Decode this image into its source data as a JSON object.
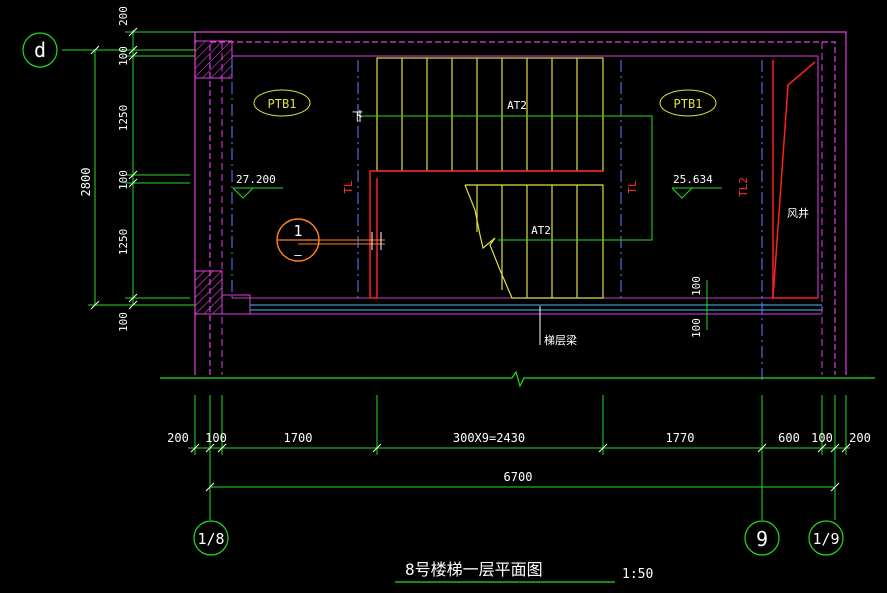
{
  "drawing": {
    "title": "8号楼梯一层平面图",
    "scale": "1:50",
    "grid_labels": {
      "row": "d",
      "col_left": "1/8",
      "col_mid": "9",
      "col_right": "1/9"
    },
    "plates": {
      "left": "PTB1",
      "right": "PTB1"
    },
    "flights": {
      "upper": "AT2",
      "lower": "AT2"
    },
    "levels": {
      "left": "27.200",
      "right": "25.634"
    },
    "beam_tags": {
      "tl": "TL",
      "tl2": "TL2"
    },
    "down_marker": "下",
    "section": {
      "top": "1",
      "bottom": "—"
    },
    "shaft": "风井",
    "beam_note": "梯层梁",
    "vertical_dims": {
      "total": "2800",
      "d1": "200",
      "d2": "100",
      "d3": "1250",
      "d4": "100",
      "d5": "1250",
      "d6": "100"
    },
    "inner_dims": {
      "a": "100",
      "b": "100"
    },
    "horizontal_dims": [
      "200",
      "100",
      "1700",
      "300X9=2430",
      "1770",
      "600",
      "100",
      "200"
    ],
    "horizontal_total": "6700"
  }
}
